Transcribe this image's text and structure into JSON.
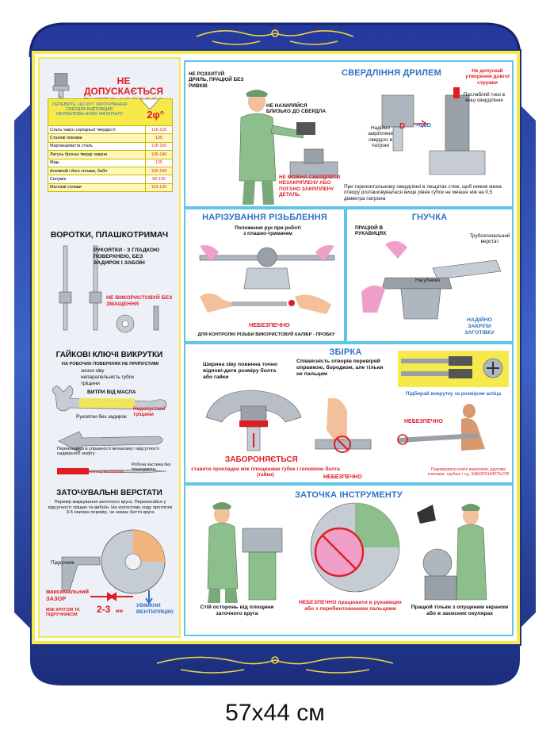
{
  "poster": {
    "size_caption": "57х44 см",
    "colors": {
      "frame": "#1c2f80",
      "frame_light": "#3a5fc4",
      "border": "#f5e94b",
      "title": "#2f72c6",
      "warning": "#e01d25"
    }
  },
  "drill_panel": {
    "title": "НЕ ДОПУСКАЄТЬСЯ БИТТЯ СВЕРДЛА",
    "note": "ПЕРЕВІРТЕ, ЩО КУТ ЗАТОЧУВАННЯ СВЕРДЛА ВІДПОВІДАЄ ОБРОБЛЮВА-НОМУ МАТЕРІАЛУ",
    "angle": "2φ°",
    "rows": [
      {
        "material": "Сталь чавун середньої твердості",
        "value": "116-118"
      },
      {
        "material": "Сталеві поковки",
        "value": "125"
      },
      {
        "material": "Марганцевиста сталь",
        "value": "135-150"
      },
      {
        "material": "Латунь бронза тверді чавуни",
        "value": "130-140"
      },
      {
        "material": "Мідь",
        "value": "125"
      },
      {
        "material": "Алюміній і його сплави, бабіт",
        "value": "130-140"
      },
      {
        "material": "Силумін",
        "value": "90-100"
      },
      {
        "material": "Магнієві сплави",
        "value": "110-120"
      }
    ]
  },
  "taps_panel": {
    "title": "ВОРОТКИ, ПЛАШКОТРИМАЧ",
    "handles_note": "РУКОЯТКИ - З ГЛАДКОЮ ПОВЕРХНЕЮ, БЕЗ ЗАДИРОК І ЗАБОЇН",
    "warning": "НЕ ВИКОРИСТОВУЙ БЕЗ ЗМАЩЕННЯ"
  },
  "wrench_panel": {
    "title": "ГАЙКОВІ КЛЮЧІ ВИКРУТКИ",
    "subtitle": "НА РОБОЧИХ ПОВЕРХНЯХ НЕ ПРИПУСТИМІ",
    "defects": [
      "зноси зіву",
      "непаралельність губок",
      "тріщини"
    ],
    "wipe_oil": "ВИТРИ ВІД МАСЛА",
    "cracks": "Недопустимі тріщини",
    "handles": "Рукоятки без задирок",
    "check": "Переконайся в справності механізму і відсутності надмірного люфту",
    "no_hammer": "Не бий по рукоятці молотком",
    "working_part": "Робоча частина без пошкоджень"
  },
  "grinder_panel": {
    "title": "ЗАТОЧУВАЛЬНІ ВЕРСТАТИ",
    "text": "Перевір маркування заточного круга. Переконайся у відсутності тріщин та вибоїн. На холостому ходу протягом 3-5 хвилин перевір, чи немає биття круга",
    "support": "Підручник",
    "max_gap": "максимальний ЗАЗОР",
    "between": "МІЖ КРУГОМ ТА ПІДРУЧНИКОМ",
    "gap_value": "2-3",
    "gap_unit": "мм",
    "ventilation": "УВІМКНИ ВЕНТИЛЯЦІЮ"
  },
  "drilling": {
    "title": "СВЕРДЛІННЯ ДРИЛЕМ",
    "no_unrelaxed": "НЕ РОЗХИТУЙ ДРИЛЬ, ПРАЦЮЙ БЕЗ РИВКІВ",
    "no_lean": "НЕ НАХИЛЯЙСЯ БЛИЗЬКО ДО СВЕРДЛА",
    "no_drill": "НЕ МОЖНА СВЕРДЛИТИ НЕЗАКРІПЛЕНУ АБО ПОГАНО ЗАКРІПЛЕНУ ДЕТАЛЬ",
    "no_long_chip": "Не допускай утворення довгої стружки",
    "weaken": "Послабляй тиск в кінці свердління",
    "secured": "Надійно закріплене свердло в патроні",
    "dim": ">0,5D",
    "d": "D",
    "horizontal": "При горизонтальному свердлінні в лещатах стеж, щоб нижня межа отвору розташовувалася вище рівня губок не менше ніж на 0,5 діаметра патрона"
  },
  "threading": {
    "title": "НАРІЗУВАННЯ РІЗЬБЛЕННЯ",
    "hands": "Положення рук при роботі з плашко-тримачем",
    "danger": "НЕБЕЗПЕЧНО",
    "gauge": "ДЛЯ КОНТРОЛЮ РІЗЬБИ ВИКОРИСТОВУЙ КАЛІБР - ПРОБКУ"
  },
  "bending": {
    "title": "ГНУЧКА",
    "gloves": "ПРАЦЮЙ В РУКАВИЦЯХ",
    "bench": "Трубозгинальний верстат",
    "pads": "Нагубники",
    "secure": "НАДІЙНО ЗАКРІПИ ЗАГОТІВКУ"
  },
  "assembly": {
    "title": "ЗБІРКА",
    "gap_text": "Ширина зіву повинна точно відпові-дати розміру болта або гайки",
    "holes": "Співвісність отворів перевіряй оправкою, бородком, але тільки не пальцем",
    "screwdriver": "Підбирай викрутку за розміром шліца",
    "danger": "НЕБЕЗПЕЧНО",
    "forbidden": "ЗАБОРОНЯЄТЬСЯ",
    "pads": "ставити прокладки між площинами губок і головкою болта (гайки)",
    "lever": "Подовжувати ключі важелями, другими ключами, трубою і т.д. ЗАБОРОНЯЄТЬСЯ!",
    "danger2": "НЕБЕЗПЕЧНО"
  },
  "sharpening": {
    "title": "ЗАТОЧКА ІНСТРУМЕНТУ",
    "stand": "Стій осторонь від площини заточного круга",
    "danger": "НЕБЕЗПЕЧНО працювати в рукавицях або з перебинтованими пальцями",
    "shield": "Працюй тільки з опущеним екраном або в захисних окулярах"
  }
}
